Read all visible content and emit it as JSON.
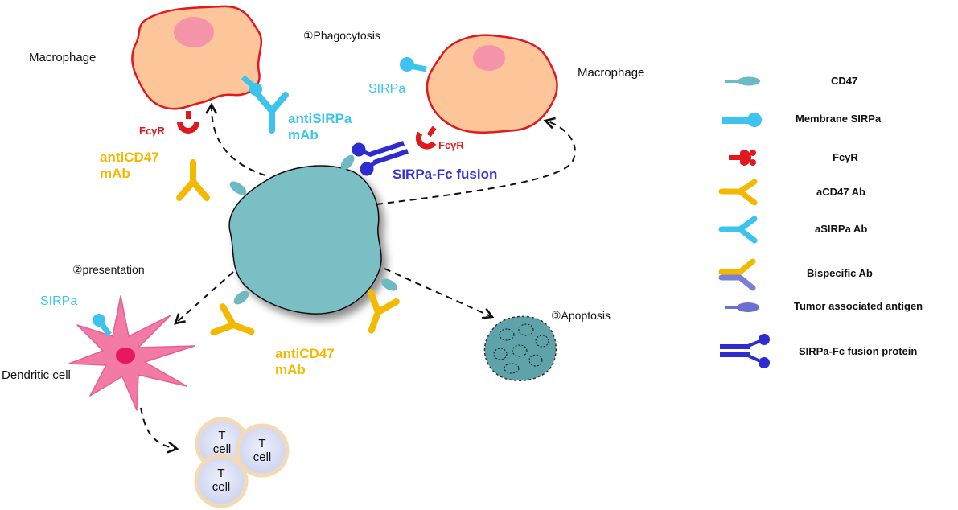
{
  "labels": {
    "macrophage_left": "Macrophage",
    "macrophage_right": "Macrophage",
    "phagocytosis": "①Phagocytosis",
    "presentation": "②presentation",
    "apoptosis": "③Apoptosis",
    "sirpa_macrophage": "SIRPa",
    "sirpa_dendritic": "SIRPa",
    "anti_sirpa_mab": [
      "antiSIRPa",
      "mAb"
    ],
    "anti_cd47_mab_top": [
      "antiCD47",
      "mAb"
    ],
    "anti_cd47_mab_bottom": [
      "antiCD47",
      "mAb"
    ],
    "fcyr_left": "FcγR",
    "fcyr_right": "FcγR",
    "sirpa_fc_fusion": "SIRPa-Fc fusion",
    "dendritic_cell": "Dendritic cell",
    "t_cells": [
      [
        "T",
        "cell"
      ],
      [
        "T",
        "cell"
      ],
      [
        "T",
        "cell"
      ]
    ]
  },
  "legend": [
    {
      "icon": "cd47-icon",
      "label": "CD47"
    },
    {
      "icon": "membrane-sirpa-icon",
      "label": "Membrane SIRPa"
    },
    {
      "icon": "fcyr-icon",
      "label": "FcγR"
    },
    {
      "icon": "acd47-antibody-icon",
      "label": "aCD47 Ab"
    },
    {
      "icon": "asirpa-antibody-icon",
      "label": "aSIRPa Ab"
    },
    {
      "icon": "bispecific-antibody-icon",
      "label": "Bispecific Ab"
    },
    {
      "icon": "tumor-antigen-icon",
      "label": "Tumor associated antigen"
    },
    {
      "icon": "sirpa-fc-fusion-icon",
      "label": "SIRPa-Fc fusion protein"
    }
  ],
  "colors": {
    "cd47": "#6fb9c3",
    "sirpa": "#3cc4ee",
    "fcyr": "#e0191f",
    "acd47_ab": "#f5b800",
    "asirpa_ab": "#3cc4ee",
    "bispecific_secondary": "#7a7fd6",
    "tumor_antigen": "#6a6fd0",
    "fusion": "#2c2ccf",
    "tumor": "#79bfc4",
    "macrophage_fill": "#fcc59a",
    "macrophage_outline": "#e0191f",
    "nucleus": "#f593a8",
    "dendritic": "#f27aa5",
    "t_cell": "#dfe4f5",
    "t_cell_ring": "#f3d9b6"
  }
}
